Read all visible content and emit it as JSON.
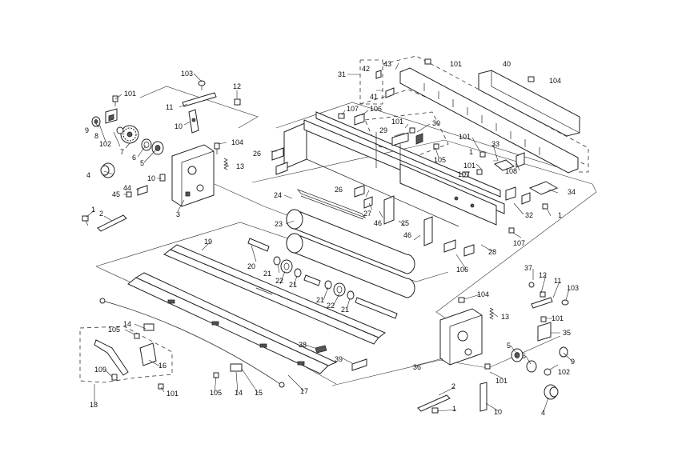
{
  "callouts": [
    {
      "id": "c-101-a",
      "text": "101"
    },
    {
      "id": "c-102-a",
      "text": "102"
    },
    {
      "id": "c-9-a",
      "text": "9"
    },
    {
      "id": "c-8-a",
      "text": "8"
    },
    {
      "id": "c-7-a",
      "text": "7"
    },
    {
      "id": "c-6-a",
      "text": "6"
    },
    {
      "id": "c-5-a",
      "text": "5"
    },
    {
      "id": "c-4-a",
      "text": "4"
    },
    {
      "id": "c-103-a",
      "text": "103"
    },
    {
      "id": "c-12-a",
      "text": "12"
    },
    {
      "id": "c-11-a",
      "text": "11"
    },
    {
      "id": "c-10-a",
      "text": "10"
    },
    {
      "id": "c-104-a",
      "text": "104"
    },
    {
      "id": "c-13-a",
      "text": "13"
    },
    {
      "id": "c-10-b",
      "text": "10"
    },
    {
      "id": "c-44",
      "text": "44"
    },
    {
      "id": "c-45",
      "text": "45"
    },
    {
      "id": "c-3",
      "text": "3"
    },
    {
      "id": "c-1-a",
      "text": "1"
    },
    {
      "id": "c-2-a",
      "text": "2"
    },
    {
      "id": "c-31",
      "text": "31"
    },
    {
      "id": "c-42",
      "text": "42"
    },
    {
      "id": "c-43",
      "text": "43"
    },
    {
      "id": "c-101-b",
      "text": "101"
    },
    {
      "id": "c-40",
      "text": "40"
    },
    {
      "id": "c-104-b",
      "text": "104"
    },
    {
      "id": "c-41",
      "text": "41"
    },
    {
      "id": "c-107-a",
      "text": "107"
    },
    {
      "id": "c-106-a",
      "text": "106"
    },
    {
      "id": "c-30",
      "text": "30"
    },
    {
      "id": "c-101-c",
      "text": "101"
    },
    {
      "id": "c-29",
      "text": "29"
    },
    {
      "id": "c-105-a",
      "text": "105"
    },
    {
      "id": "c-26-a",
      "text": "26"
    },
    {
      "id": "c-107-b",
      "text": "107"
    },
    {
      "id": "c-101-d",
      "text": "101"
    },
    {
      "id": "c-1-b",
      "text": "1"
    },
    {
      "id": "c-33",
      "text": "33"
    },
    {
      "id": "c-101-e",
      "text": "101"
    },
    {
      "id": "c-108",
      "text": "108"
    },
    {
      "id": "c-34",
      "text": "34"
    },
    {
      "id": "c-32",
      "text": "32"
    },
    {
      "id": "c-1-c",
      "text": "1"
    },
    {
      "id": "c-24",
      "text": "24"
    },
    {
      "id": "c-26-b",
      "text": "26"
    },
    {
      "id": "c-27",
      "text": "27"
    },
    {
      "id": "c-46-a",
      "text": "46"
    },
    {
      "id": "c-25",
      "text": "25"
    },
    {
      "id": "c-46-b",
      "text": "46"
    },
    {
      "id": "c-23",
      "text": "23"
    },
    {
      "id": "c-107-c",
      "text": "107"
    },
    {
      "id": "c-28",
      "text": "28"
    },
    {
      "id": "c-19",
      "text": "19"
    },
    {
      "id": "c-20",
      "text": "20"
    },
    {
      "id": "c-21-a",
      "text": "21"
    },
    {
      "id": "c-22-a",
      "text": "22"
    },
    {
      "id": "c-21-b",
      "text": "21"
    },
    {
      "id": "c-106-b",
      "text": "106"
    },
    {
      "id": "c-21-c",
      "text": "21"
    },
    {
      "id": "c-22-b",
      "text": "22"
    },
    {
      "id": "c-21-d",
      "text": "21"
    },
    {
      "id": "c-37",
      "text": "37"
    },
    {
      "id": "c-12-b",
      "text": "12"
    },
    {
      "id": "c-11-b",
      "text": "11"
    },
    {
      "id": "c-103-b",
      "text": "103"
    },
    {
      "id": "c-104-c",
      "text": "104"
    },
    {
      "id": "c-13-b",
      "text": "13"
    },
    {
      "id": "c-101-f",
      "text": "101"
    },
    {
      "id": "c-35",
      "text": "35"
    },
    {
      "id": "c-14-a",
      "text": "14"
    },
    {
      "id": "c-105-b",
      "text": "105"
    },
    {
      "id": "c-38",
      "text": "38"
    },
    {
      "id": "c-39",
      "text": "39"
    },
    {
      "id": "c-16",
      "text": "16"
    },
    {
      "id": "c-109",
      "text": "109"
    },
    {
      "id": "c-101-g",
      "text": "101"
    },
    {
      "id": "c-18",
      "text": "18"
    },
    {
      "id": "c-105-c",
      "text": "105"
    },
    {
      "id": "c-14-b",
      "text": "14"
    },
    {
      "id": "c-15",
      "text": "15"
    },
    {
      "id": "c-17",
      "text": "17"
    },
    {
      "id": "c-36",
      "text": "36"
    },
    {
      "id": "c-5-b",
      "text": "5"
    },
    {
      "id": "c-6-b",
      "text": "6"
    },
    {
      "id": "c-9-b",
      "text": "9"
    },
    {
      "id": "c-102-b",
      "text": "102"
    },
    {
      "id": "c-101-h",
      "text": "101"
    },
    {
      "id": "c-2-b",
      "text": "2"
    },
    {
      "id": "c-1-d",
      "text": "1"
    },
    {
      "id": "c-10-c",
      "text": "10"
    },
    {
      "id": "c-4-b",
      "text": "4"
    }
  ]
}
